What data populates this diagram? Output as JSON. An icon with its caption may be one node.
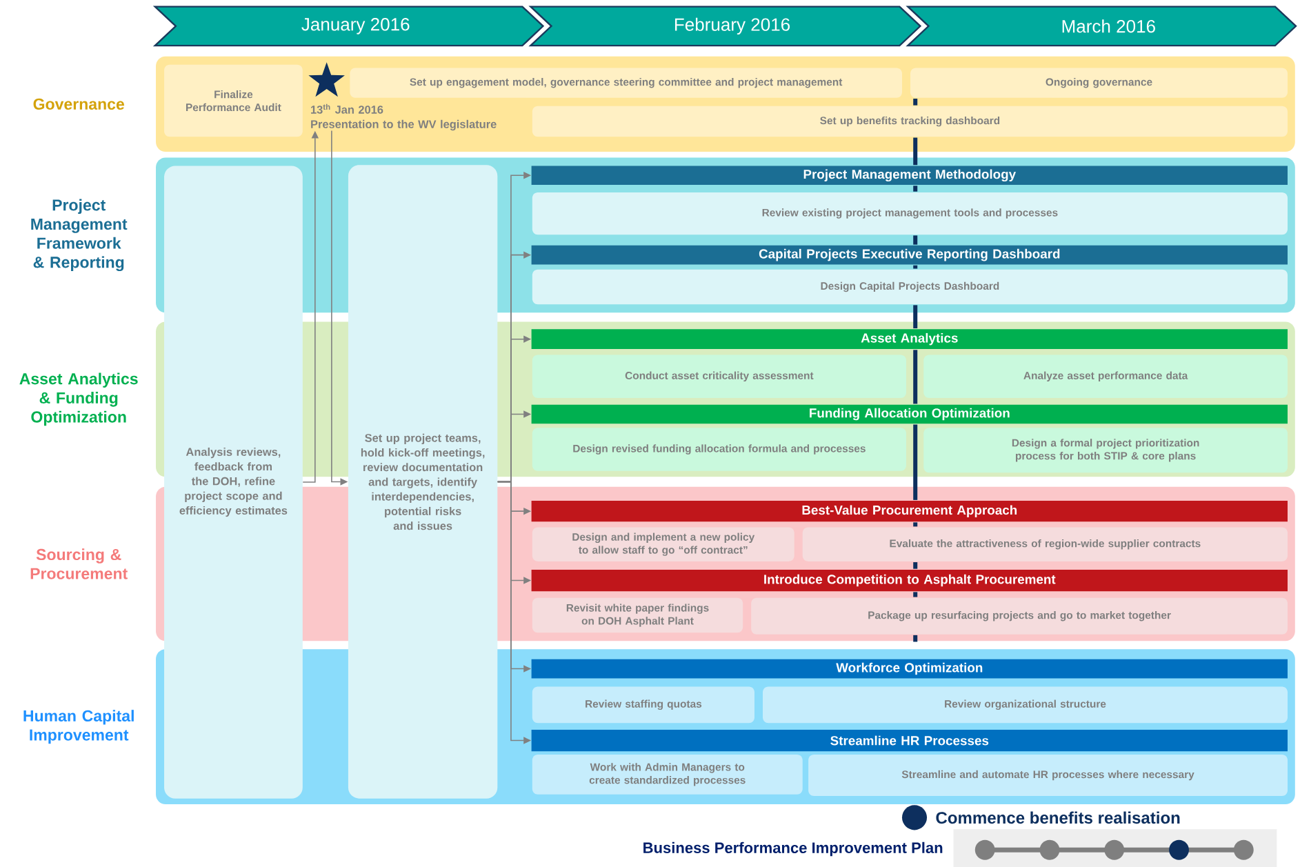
{
  "diagram": {
    "nodes": [
      {
        "text": [
          "January 2016"
        ]
      },
      {
        "text": [
          "February 2016"
        ]
      },
      {
        "text": [
          "March 2016"
        ]
      },
      {
        "text": [
          "Governance"
        ]
      },
      {
        "text": [
          "Finalize Performance Audit"
        ],
        "in": 3
      },
      {
        "text": [
          "Set up engagement model, governance steering committee and project management"
        ],
        "in": 3
      },
      {
        "text": [
          "Ongoing governance"
        ],
        "in": 3
      },
      {
        "text": [
          "13$^{th}$ Jan 2016",
          "Presentation to the WV legislature"
        ],
        "in": 3
      },
      {
        "text": [
          "Set up benefits tracking dashboard"
        ],
        "in": 3
      },
      {
        "text": [
          "Project Management Framework & Reporting"
        ]
      },
      {
        "text": [
          "Analysis reviews, feedback from the DOH, refine project scope and efficiency estimates"
        ]
      },
      {
        "text": [
          "Set up project teams, hold kick-off meetings, review documentation and targets, identify interdependencies, potential risks and issues"
        ]
      },
      {
        "text": [
          "Project Management Methodology"
        ],
        "in": 9
      },
      {
        "text": [
          "Review existing project management tools and processes"
        ],
        "in": 9
      },
      {
        "text": [
          "Capital Projects Executive Reporting Dashboard"
        ],
        "in": 9
      },
      {
        "text": [
          "Design Capital Projects Dashboard"
        ],
        "in": 9
      },
      {
        "text": [
          "Asset Analytics & Funding Optimization"
        ]
      },
      {
        "text": [
          "Asset Analytics"
        ],
        "in": 16
      },
      {
        "text": [
          "Conduct asset criticality assessment"
        ],
        "in": 16
      },
      {
        "text": [
          "Analyze asset performance data"
        ],
        "in": 16
      },
      {
        "text": [
          "Funding Allocation Optimization"
        ],
        "in": 16
      },
      {
        "text": [
          "Design revised funding allocation formula and processes"
        ],
        "in": 16
      },
      {
        "text": [
          "Design a formal project prioritization process for both STIP & core plans"
        ],
        "in": 16
      },
      {
        "text": [
          "Sourcing & Procurement"
        ]
      },
      {
        "text": [
          "Best-Value Procurement Approach"
        ],
        "in": 23
      },
      {
        "text": [
          "Design and implement a new policy to allow staff to go “off contract”"
        ],
        "in": 23
      },
      {
        "text": [
          "Evaluate the attractiveness of region-wide supplier contracts"
        ],
        "in": 23
      },
      {
        "text": [
          "Introduce Competition to Asphalt Procurement"
        ],
        "in": 23
      },
      {
        "text": [
          "Revisit white paper findings on DOH Asphalt Plant"
        ],
        "in": 23
      },
      {
        "text": [
          "Package up resurfacing projects and go to market together"
        ],
        "in": 23
      },
      {
        "text": [
          "Human Capital Improvement"
        ]
      },
      {
        "text": [
          "Workforce Optimization"
        ],
        "in": 30
      },
      {
        "text": [
          "Review staffing quotas"
        ],
        "in": 30
      },
      {
        "text": [
          "Review organizational structure"
        ],
        "in": 30
      },
      {
        "text": [
          "Streamline HR Processes"
        ],
        "in": 30
      },
      {
        "text": [
          "Work with Admin Managers to create standardized processes"
        ],
        "in": 30
      },
      {
        "text": [
          "Streamline and automate HR processes where necessary"
        ],
        "in": 30
      }
    ],
    "edges": [
      {
        "from": 10,
        "to": 7,
        "arrow": "to"
      },
      {
        "from": 7,
        "to": 11,
        "arrow": "to"
      },
      {
        "from": 11,
        "to": 12,
        "arrow": "to"
      },
      {
        "from": 11,
        "to": 14,
        "arrow": "to"
      },
      {
        "from": 11,
        "to": 17,
        "arrow": "to"
      },
      {
        "from": 11,
        "to": 20,
        "arrow": "to"
      },
      {
        "from": 11,
        "to": 24,
        "arrow": "to"
      },
      {
        "from": 11,
        "to": 27,
        "arrow": "to"
      },
      {
        "from": 11,
        "to": 31,
        "arrow": "to"
      },
      {
        "from": 11,
        "to": 34,
        "arrow": "to"
      }
    ],
    "labels": [
      "Business Performance Improvement Plan"
    ],
    "legend": [
      {
        "text": "Commence benefits realisation",
        "color": "#0d2f5e"
      }
    ]
  }
}
